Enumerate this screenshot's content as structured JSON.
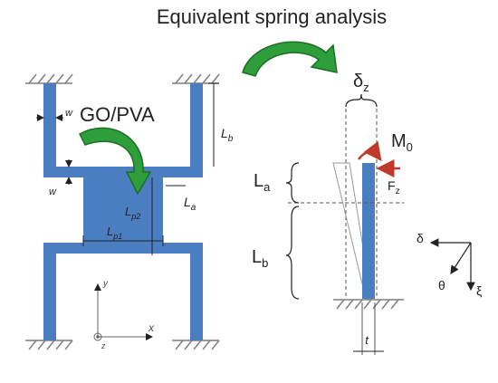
{
  "title": "Equivalent spring analysis",
  "left_figure": {
    "material_label": "GO/PVA",
    "w_top": "w",
    "w_side": "w",
    "L_b": "L",
    "L_b_sub": "b",
    "L_a": "L",
    "L_a_sub": "a",
    "L_p2": "L",
    "L_p2_sub": "p2",
    "L_p1": "L",
    "L_p1_sub": "p1",
    "axis_y": "y",
    "axis_x": "x",
    "axis_z": "z"
  },
  "right_figure": {
    "delta_z": "δ",
    "delta_z_sub": "z",
    "M0": "M",
    "M0_sub": "0",
    "F_z": "F",
    "F_z_sub": "z",
    "L_a": "L",
    "L_a_sub": "a",
    "L_b": "L",
    "L_b_sub": "b",
    "t": "t",
    "axis_delta": "δ",
    "axis_theta": "θ",
    "axis_xi": "ξ"
  },
  "colors": {
    "structure_blue": "#4a7ec0",
    "arrow_green": "#2d9e3a",
    "force_red": "#c0392b",
    "line_gray": "#7f7f7f"
  }
}
